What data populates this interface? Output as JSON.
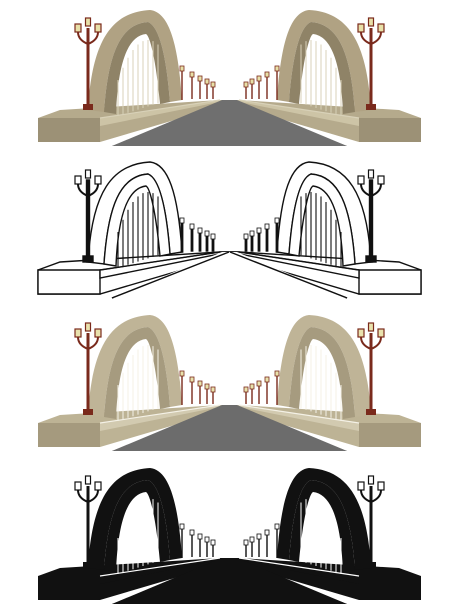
{
  "scene": {
    "subject": "arch-bridge",
    "variants": [
      {
        "id": "color",
        "style": "color",
        "deck": "#b5aa8c",
        "deckDark": "#9c9176",
        "deckLight": "#cdc4a6",
        "arch": "#b0a283",
        "archDark": "#8f8367",
        "road": "#6f6f6f",
        "roadLight": "#8a8a8a",
        "rail": "#d8d1b8",
        "lamp": "#7a2a1c",
        "glass": "#e8e0a8"
      },
      {
        "id": "outline",
        "style": "outline",
        "deck": "#ffffff",
        "deckDark": "#ffffff",
        "deckLight": "#ffffff",
        "arch": "#ffffff",
        "archDark": "#ffffff",
        "road": "#ffffff",
        "roadLight": "#ffffff",
        "rail": "#111111",
        "lamp": "#111111",
        "glass": "#ffffff"
      },
      {
        "id": "beige",
        "style": "tone",
        "deck": "#bdb395",
        "deckDark": "#a59a7e",
        "deckLight": "#d2cab0",
        "arch": "#bfb497",
        "archDark": "#a69b7f",
        "road": "#6c6c6c",
        "roadLight": "#8a8a8a",
        "rail": "#f4f1e6",
        "lamp": "#7a2a1c",
        "glass": "#e9e2ad"
      },
      {
        "id": "silhouette",
        "style": "silhouette",
        "deck": "#111111",
        "deckDark": "#111111",
        "deckLight": "#111111",
        "arch": "#111111",
        "archDark": "#111111",
        "road": "#111111",
        "roadLight": "#111111",
        "rail": "#ffffff",
        "lamp": "#111111",
        "glass": "#ffffff"
      }
    ]
  }
}
